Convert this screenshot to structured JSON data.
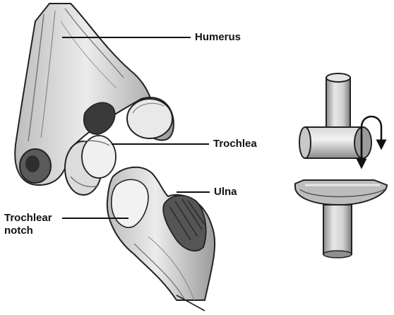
{
  "labels": {
    "humerus": "Humerus",
    "trochlea": "Trochlea",
    "ulna": "Ulna",
    "trochlear_notch_line1": "Trochlear",
    "trochlear_notch_line2": "notch"
  },
  "colors": {
    "ink": "#111111",
    "bone_light": "#e6e6e6",
    "bone_mid": "#b5b5b5",
    "bone_dark": "#4a4a4a",
    "background": "#ffffff"
  }
}
